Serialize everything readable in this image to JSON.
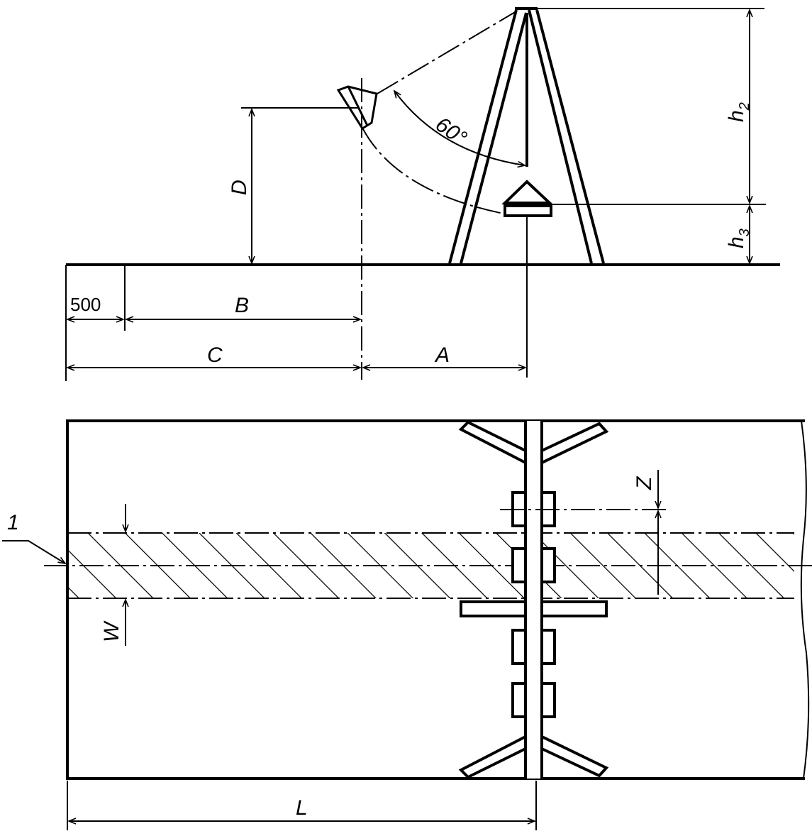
{
  "side_view": {
    "angle_label": "60°",
    "h2": {
      "symbol": "h",
      "sub": "2"
    },
    "h3": {
      "symbol": "h",
      "sub": "3"
    },
    "dim_D": "D",
    "dim_500": "500",
    "dim_B": "B",
    "dim_C": "C",
    "dim_A": "A"
  },
  "plan_view": {
    "dim_Z": "Z",
    "dim_W": "W",
    "callout_1": "1",
    "dim_L": "L"
  }
}
